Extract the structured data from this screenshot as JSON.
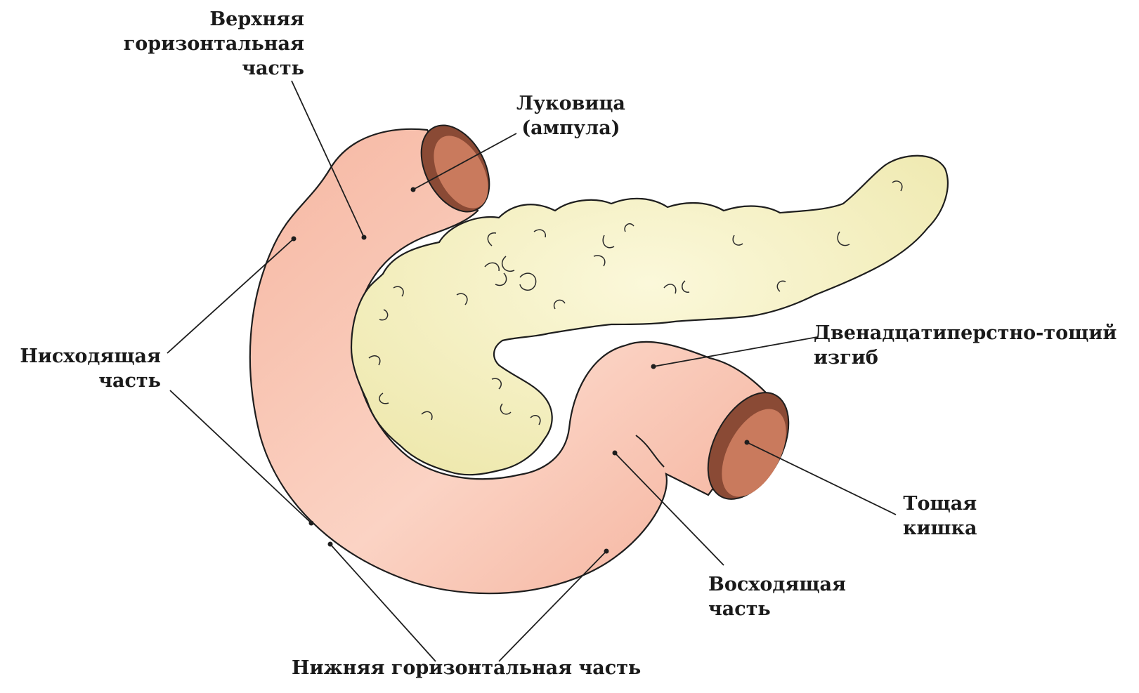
{
  "labels": {
    "superior": [
      "Верхняя",
      "горизонтальная",
      "часть"
    ],
    "bulb": [
      "Луковица",
      "(ампула)"
    ],
    "descending": [
      "Нисходящая",
      "часть"
    ],
    "flexure": [
      "Двенадцатиперстно-тощий",
      "изгиб"
    ],
    "jejunum": [
      "Тощая",
      "кишка"
    ],
    "ascending": [
      "Восходящая",
      "часть"
    ],
    "inferior": "Нижняя горизонтальная часть"
  },
  "colors": {
    "duodenum": "#f8c0ab",
    "duodenum_light": "#fde2d8",
    "lumen_outer": "#8a4a35",
    "lumen_inner": "#c97a5d",
    "pancreas": "#f7f3c8",
    "pancreas_shade": "#ece6a6",
    "outline": "#1e1e1e",
    "text": "#1a1a1a"
  }
}
